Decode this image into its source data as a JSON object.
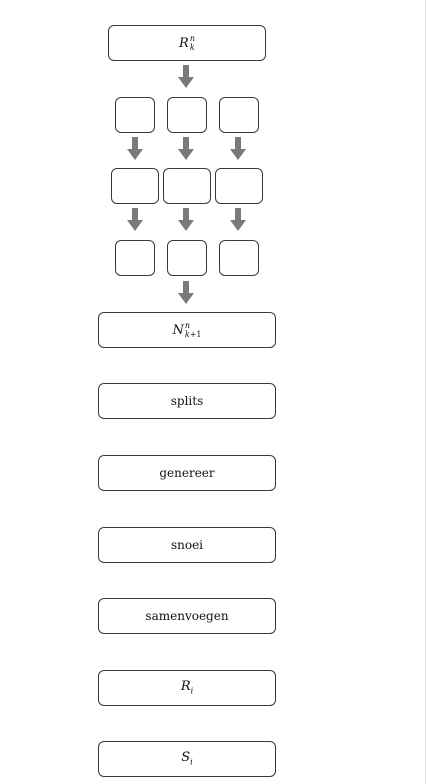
{
  "top_node": {
    "base": "R",
    "sup": "n",
    "sub": "k"
  },
  "next_node": {
    "base": "N",
    "sup": "n",
    "sub_var": "k",
    "sub_rest": "+1"
  },
  "steps": [
    {
      "id": "splits",
      "label": "splits"
    },
    {
      "id": "genereer",
      "label": "genereer"
    },
    {
      "id": "snoei",
      "label": "snoei"
    },
    {
      "id": "samenvoegen",
      "label": "samenvoegen"
    }
  ],
  "r_node": {
    "base": "R",
    "sub": "i"
  },
  "s_node": {
    "base": "S",
    "sub": "i"
  },
  "colors": {
    "arrow": "#7a7a7a",
    "border": "#3a3a3a",
    "background": "#ffffff"
  }
}
